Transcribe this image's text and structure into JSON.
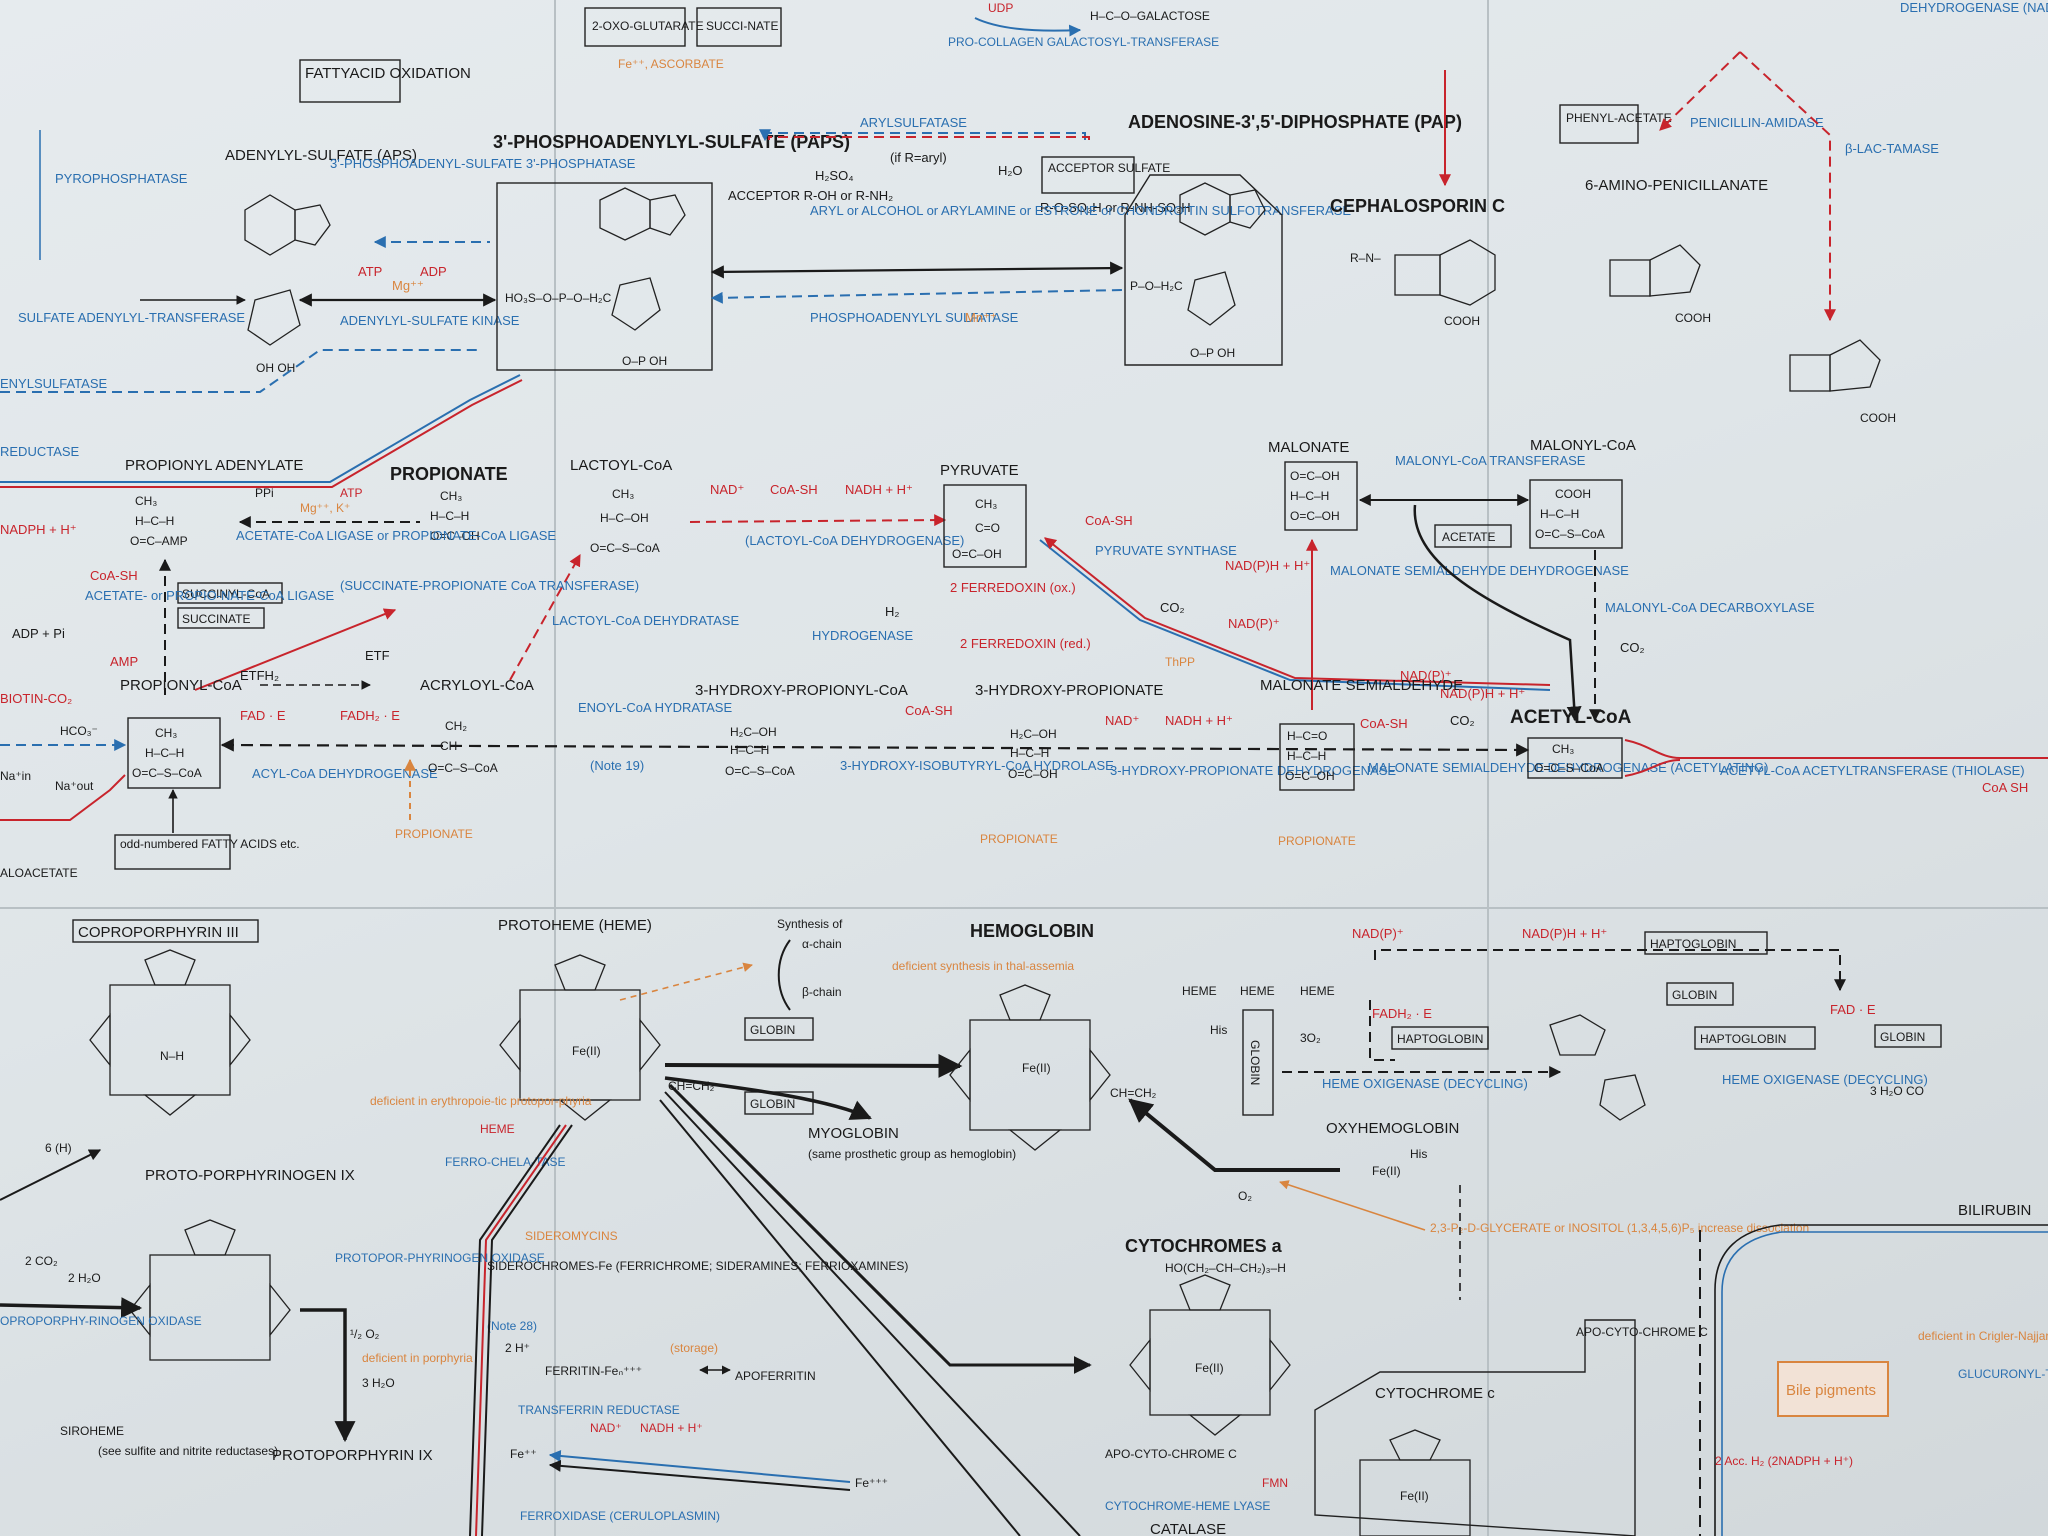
{
  "colors": {
    "black": "#1a1a1a",
    "blue": "#2a6fb0",
    "red": "#c8242c",
    "orange": "#d9853f",
    "panel": "#e3e8eb"
  },
  "top": {
    "fattyacid_oxidation": "FATTYACID OXIDATION",
    "oxoglutarate": "2-OXO-GLUTARATE",
    "succinate_top": "SUCCI-NATE",
    "fe_ascorbate": "Fe⁺⁺, ASCORBATE",
    "udp": "UDP",
    "galactose": "H–C–O–GALACTOSE",
    "procollagen": "PRO-COLLAGEN GALACTOSYL-TRANSFERASE",
    "pyrophosphatase": "PYROPHOSPHATASE",
    "aps": "ADENYLYL-SULFATE (APS)",
    "phosphatase": "3'-PHOSPHOADENYL-SULFATE 3'-PHOSPHATASE",
    "paps": "3'-PHOSPHOADENYLYL-SULFATE (PAPS)",
    "arylsulfatase": "ARYLSULFATASE",
    "if_aryl": "(if R=aryl)",
    "h2so4": "H₂SO₄",
    "h2o": "H₂O",
    "acceptor": "ACCEPTOR R-OH or R-NH₂",
    "acceptor_sulfate": "ACCEPTOR SULFATE",
    "r_oso3h": "R-O-SO₃H or R-NH-SO₃H",
    "sulfotransferase": "ARYL or ALCOHOL or ARYLAMINE or ESTRONE or CHONDROITIN SULFOTRANSFERASE",
    "phosphoadenylyl_sulfatase": "PHOSPHOADENYLYL SULFATASE",
    "mn": "Mn⁺⁺",
    "pap": "ADENOSINE-3',5'-DIPHOSPHATE (PAP)",
    "sulfate_adenylyltransferase": "SULFATE ADENYLYL-TRANSFERASE",
    "adenylylsulfate_kinase": "ADENYLYL-SULFATE KINASE",
    "atp": "ATP",
    "adp": "ADP",
    "mg": "Mg⁺⁺",
    "enylsulfatase": "ENYLSULFATASE",
    "cephalosporin": "CEPHALOSPORIN C",
    "phenylacetate": "PHENYL-ACETATE",
    "penicillin_amidase": "PENICILLIN-AMIDASE",
    "aminopenicillanate": "6-AMINO-PENICILLANATE",
    "lactamase": "β-LAC-TAMASE",
    "dehydrogenase_nad": "DEHYDROGENASE (NAD⁺)"
  },
  "middle": {
    "propionyl_adenylate": "PROPIONYL ADENYLATE",
    "propionate": "PROPIONATE",
    "acetate_coa_ligase": "ACETATE-CoA LIGASE or PROPIONATE-CoA LIGASE",
    "lactoyl_coa": "LACTOYL-CoA",
    "lactoyl_dh": "(LACTOYL-CoA DEHYDROGENASE)",
    "lactoyl_dehydratase": "LACTOYL-CoA DEHYDRATASE",
    "nad": "NAD⁺",
    "coash": "CoA-SH",
    "nadh": "NADH + H⁺",
    "pyruvate": "PYRUVATE",
    "pyruvate_synthase": "PYRUVATE SYNTHASE",
    "ferredoxin_ox": "2 FERREDOXIN (ox.)",
    "ferredoxin_red": "2 FERREDOXIN (red.)",
    "hydrogenase": "HYDROGENASE",
    "h2": "H₂",
    "co2": "CO₂",
    "thpp": "ThPP",
    "malonate": "MALONATE",
    "malonyl_coa": "MALONYL-CoA",
    "malonyl_transferase": "MALONYL-CoA TRANSFERASE",
    "acetate": "ACETATE",
    "malonate_semialdehyde_dh": "MALONATE SEMIALDEHYDE DEHYDROGENASE",
    "nadph": "NAD(P)H + H⁺",
    "nadp": "NAD(P)⁺",
    "malonyl_decarboxylase": "MALONYL-CoA DECARBOXYLASE",
    "succinyl_coa": "SUCCINYL-CoA",
    "succinate": "SUCCINATE",
    "succinate_propionate": "(SUCCINATE-PROPIONATE CoA TRANSFERASE)",
    "acetate_propionate_ligase": "ACETATE- or PROPIO-NATE-CoA LIGASE",
    "amp": "AMP",
    "propionyl_coa": "PROPIONYL-CoA",
    "etfh2": "ETFH₂",
    "etf": "ETF",
    "fad_e": "FAD · E",
    "fadh2_e": "FADH₂ · E",
    "acyl_coa_dh": "ACYL-CoA DEHYDROGENASE",
    "acryloyl_coa": "ACRYLOYL-CoA",
    "enoyl_coa_hydratase": "ENOYL-CoA HYDRATASE",
    "note19": "(Note 19)",
    "hydroxypropionyl_coa": "3-HYDROXY-PROPIONYL-CoA",
    "hydroxyisobutyryl_hydrolase": "3-HYDROXY-ISOBUTYRYL-CoA HYDROLASE",
    "hydroxypropionate": "3-HYDROXY-PROPIONATE",
    "hydroxypropionate_dh": "3-HYDROXY-PROPIONATE DEHYDROGENASE",
    "malonate_semialdehyde": "MALONATE SEMIALDEHYDE",
    "malonate_semialdehyde_dh_acetylating": "MALONATE SEMIALDEHYDE DEHYDROGENASE (ACETYLATING)",
    "acetyl_coa": "ACETYL-CoA",
    "thiolase": "ACETYL-CoA ACETYLTRANSFERASE (THIOLASE)",
    "coa_sh_right": "CoA SH",
    "odd_fatty": "odd-numbered FATTY ACIDS etc.",
    "biotin": "BIOTIN-CO₂",
    "adp_pi": "ADP + Pi",
    "nadph_left": "NADPH + H⁺",
    "reductase": "REDUCTASE",
    "aloacetate": "ALOACETATE",
    "ppi": "PPi",
    "mgk": "Mg⁺⁺, K⁺",
    "hco3": "HCO₃⁻",
    "na_in": "Na⁺in",
    "na_out": "Na⁺out"
  },
  "bottom": {
    "coproporphyrin": "COPROPORPHYRIN III",
    "protoheme": "PROTOHEME (HEME)",
    "synthesis_of": "Synthesis of",
    "alpha_chain": "α-chain",
    "beta_chain": "β-chain",
    "deficient_synthesis": "deficient synthesis in thal-assemia",
    "globin": "GLOBIN",
    "hemoglobin": "HEMOGLOBIN",
    "heme": "HEME",
    "his": "His",
    "o2_3": "3O₂",
    "heme_oxigenase": "HEME OXIGENASE (DECYCLING)",
    "haptoglobin": "HAPTOGLOBIN",
    "oxyhemoglobin": "OXYHEMOGLOBIN",
    "myoglobin": "MYOGLOBIN",
    "myoglobin_note": "(same prosthetic group as hemoglobin)",
    "fe2": "Fe(II)",
    "o2": "O₂",
    "glycerate": "2,3-P₂-D-GLYCERATE or INOSITOL (1,3,4,5,6)P₅ increase dissociation",
    "ferrochelatase": "FERRO-CHELA-TASE",
    "deficient_erythropoietic": "deficient in erythropoie-tic protopor-phyria",
    "sideromycins": "SIDEROMYCINS",
    "siderochromes": "SIDEROCHROMES-Fe (FERRICHROME; SIDERAMINES; FERRIOXAMINES)",
    "note28": "(Note 28)",
    "h_plus": "2 H⁺",
    "ferritin": "FERRITIN-Feₙ⁺⁺⁺",
    "storage": "(storage)",
    "apoferritin": "APOFERRITIN",
    "transferrin_reductase": "TRANSFERRIN REDUCTASE",
    "fe_plus": "Fe⁺⁺",
    "fe3": "Fe⁺⁺⁺",
    "ferroxidase": "FERROXIDASE (CERULOPLASMIN)",
    "cytochromes_a": "CYTOCHROMES a",
    "cyt_a_chain": "HO(CH₂–CH–CH₂)₃–H",
    "cytochrome_c": "CYTOCHROME c",
    "apo_cyto_c": "APO-CYTO-CHROME C",
    "heme_lyase": "CYTOCHROME-HEME LYASE",
    "catalase": "CATALASE",
    "fmn": "FMN",
    "protoporphyrinogen": "PROTO-PORPHYRINOGEN IX",
    "protoporphyrinogen_oxidase": "PROTOPOR-PHYRINOGEN OXIDASE",
    "protoporphyrin": "PROTOPORPHYRIN IX",
    "siroheme": "SIROHEME",
    "siroheme_note": "(see sulfite and nitrite reductases)",
    "bilirubin": "BILIRUBIN",
    "bile_pigments": "Bile pigments",
    "deficient_crigler": "deficient in Crigler-Najjar syndr.",
    "glucuronyl": "GLUCURONYL-TRANSF.",
    "co2_2": "2 CO₂",
    "h2o_2": "2 H₂O",
    "h6": "6 (H)",
    "o2_half": "¹/₂ O₂",
    "h2o_3": "3 H₂O",
    "deficient_porphyria": "deficient in porphyria",
    "oporphy_oxidase": "OPROPORPHY-RINOGEN OXIDASE",
    "udp_glucuronate": "2 Acc. H₂ (2NADPH + H⁺)",
    "his_label": "His",
    "fadh2_e": "FADH₂ · E",
    "fad_e": "FAD · E",
    "co_3h2o": "3 H₂O CO",
    "nadp_plus": "NAD(P)⁺",
    "nadph_h": "NAD(P)H + H⁺",
    "globin_vertical": "GLOBIN"
  }
}
